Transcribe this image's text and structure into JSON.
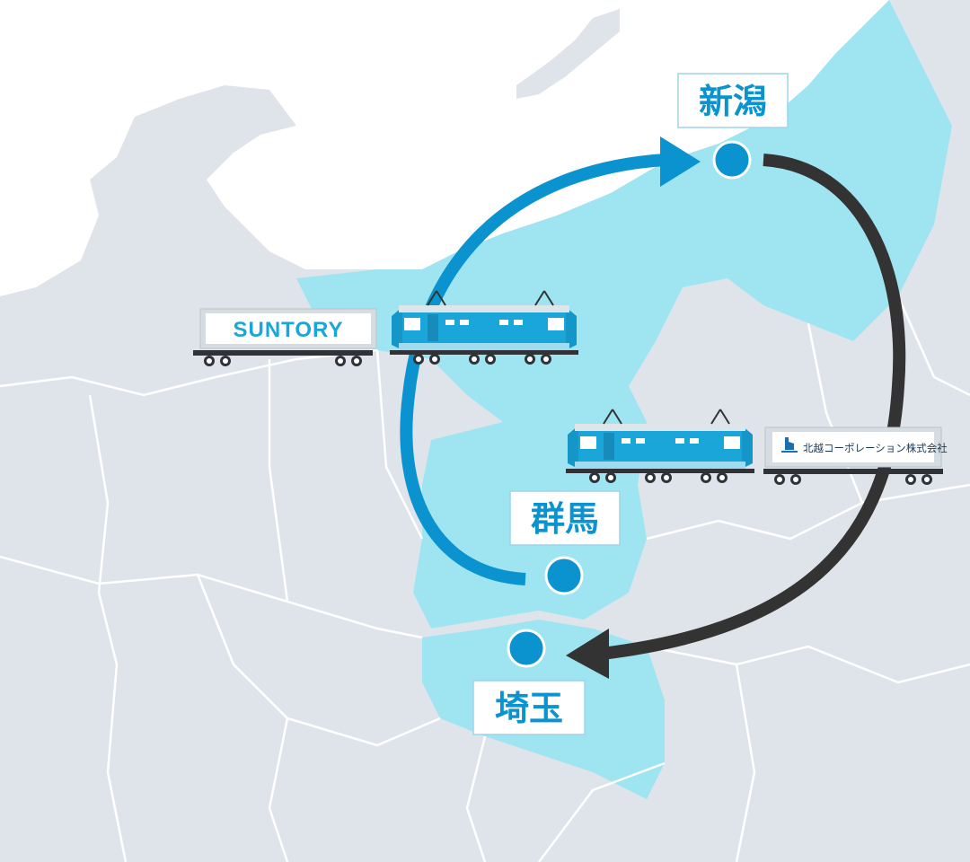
{
  "map": {
    "colors": {
      "sea": "#ffffff",
      "land": "#dfe4ea",
      "border": "#ffffff",
      "highlight": "#9ee5f1",
      "route_outbound": "#0a93cf",
      "route_return": "#333333",
      "station": "#0a93cf",
      "label_text": "#0a93cf",
      "locomotive": "#1ba6d9"
    },
    "cities": {
      "niigata": "新潟",
      "gunma": "群馬",
      "saitama": "埼玉"
    },
    "containers": {
      "suntory": "SUNTORY",
      "hokuetsu": "北越コーポレーション株式会社"
    },
    "routes": [
      {
        "from": "群馬",
        "to": "新潟",
        "color": "route_outbound"
      },
      {
        "from": "新潟",
        "to": "埼玉",
        "color": "route_return"
      }
    ]
  }
}
